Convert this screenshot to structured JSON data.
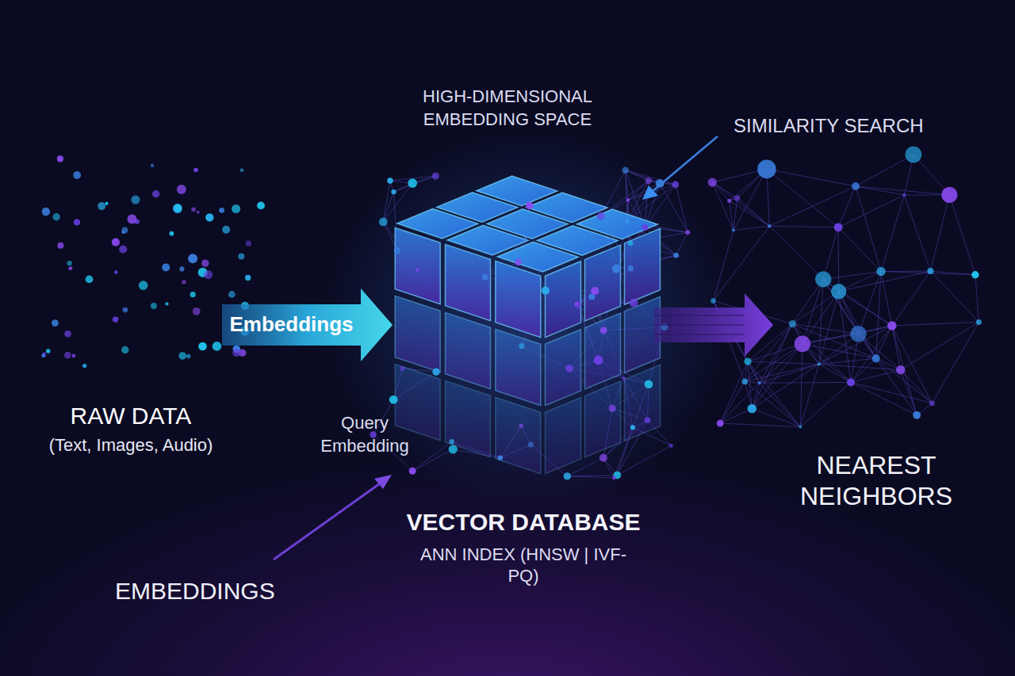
{
  "diagram": {
    "nodes": [
      {
        "text": [
          "RAW DATA",
          "(Text, Images, Audio)"
        ]
      },
      {
        "text": [
          "VECTOR DATABASE",
          "ANN INDEX (HNSW | IVF-PQ)"
        ]
      },
      {
        "text": [
          "NEAREST NEIGHBORS"
        ]
      }
    ],
    "edges": [
      {
        "from": 0,
        "to": 1,
        "label": "Embeddings",
        "arrow": "to"
      },
      {
        "from": 1,
        "to": 2,
        "arrow": "to"
      }
    ],
    "labels": [
      "HIGH-DIMENSIONAL EMBEDDING SPACE",
      "SIMILARITY SEARCH",
      "Query Embedding",
      "EMBEDDINGS"
    ]
  }
}
